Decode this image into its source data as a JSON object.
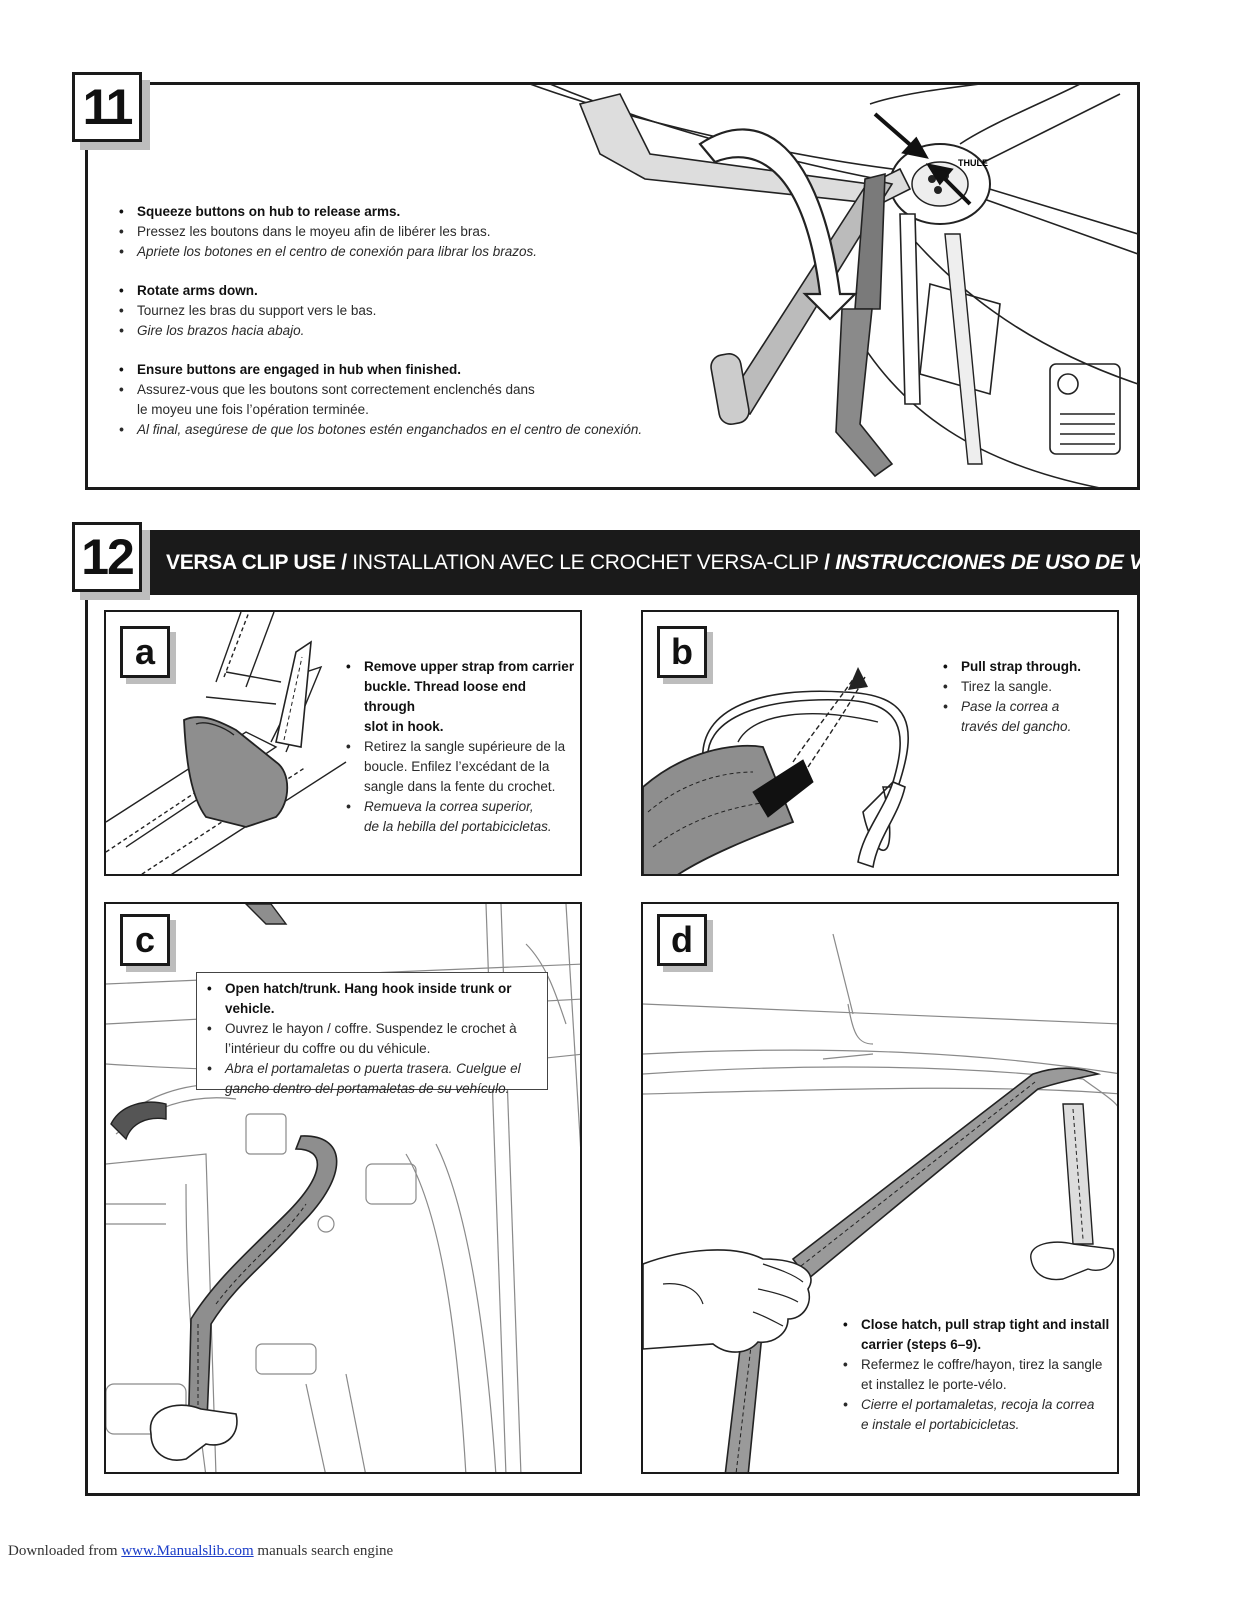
{
  "step11": {
    "number": "11",
    "instructions": [
      {
        "en": "Squeeze buttons on hub to release arms.",
        "fr": "Pressez les boutons dans le moyeu afin de libérer les bras.",
        "es": "Apriete los botones en el centro de conexión para librar los brazos."
      },
      {
        "en": "Rotate arms down.",
        "fr": "Tournez les bras du support vers le bas.",
        "es": "Gire los brazos hacia abajo."
      },
      {
        "en": "Ensure buttons are engaged in hub when finished.",
        "fr_line1": "Assurez-vous que les boutons sont correctement enclenchés dans",
        "fr_line2": "le moyeu une fois l’opération terminée.",
        "es": "Al final, asegúrese de que los botones estén enganchados en el centro de conexión."
      }
    ],
    "illustration": {
      "logo_text": "THULE"
    }
  },
  "step12": {
    "number": "12",
    "title": {
      "en": "VERSA CLIP USE",
      "sep1": " / ",
      "fr": "INSTALLATION AVEC LE CROCHET VERSA-CLIP",
      "sep2": " / ",
      "es": "INSTRUCCIONES DE USO DE VERSA CLIP"
    },
    "panels": {
      "a": {
        "letter": "a",
        "en": [
          "Remove upper strap from carrier",
          "buckle. Thread loose end through",
          "slot in hook."
        ],
        "fr": [
          "Retirez la sangle supérieure de la",
          "boucle. Enfilez l’excédant de la",
          "sangle dans la fente du crochet."
        ],
        "es": [
          "Remueva la correa superior,",
          "de la hebilla del portabicicletas."
        ]
      },
      "b": {
        "letter": "b",
        "en": [
          "Pull strap through."
        ],
        "fr": [
          "Tirez la sangle."
        ],
        "es": [
          "Pase la correa a",
          "través del gancho."
        ]
      },
      "c": {
        "letter": "c",
        "en": [
          "Open hatch/trunk. Hang hook inside trunk or vehicle."
        ],
        "fr": [
          "Ouvrez le hayon / coffre. Suspendez le crochet à",
          "l’intérieur du coffre ou du véhicule."
        ],
        "es": [
          "Abra el portamaletas o puerta trasera. Cuelgue el",
          "gancho dentro del portamaletas de su vehículo."
        ]
      },
      "d": {
        "letter": "d",
        "en": [
          "Close hatch, pull strap tight and install",
          "carrier (steps 6–9)."
        ],
        "fr": [
          "Refermez le coffre/hayon, tirez la sangle",
          "et installez le porte-vélo."
        ],
        "es": [
          "Cierre el portamaletas, recoja la correa",
          "e instale el portabicicletas."
        ]
      }
    }
  },
  "footer": {
    "prefix": "Downloaded from ",
    "link": "www.Manualslib.com",
    "suffix": " manuals search engine"
  },
  "colors": {
    "black": "#1a1a1a",
    "gray_fill": "#9a9a9a",
    "dark_fill": "#555555",
    "shadow": "#bdbdbd",
    "link": "#1a3cc8"
  }
}
